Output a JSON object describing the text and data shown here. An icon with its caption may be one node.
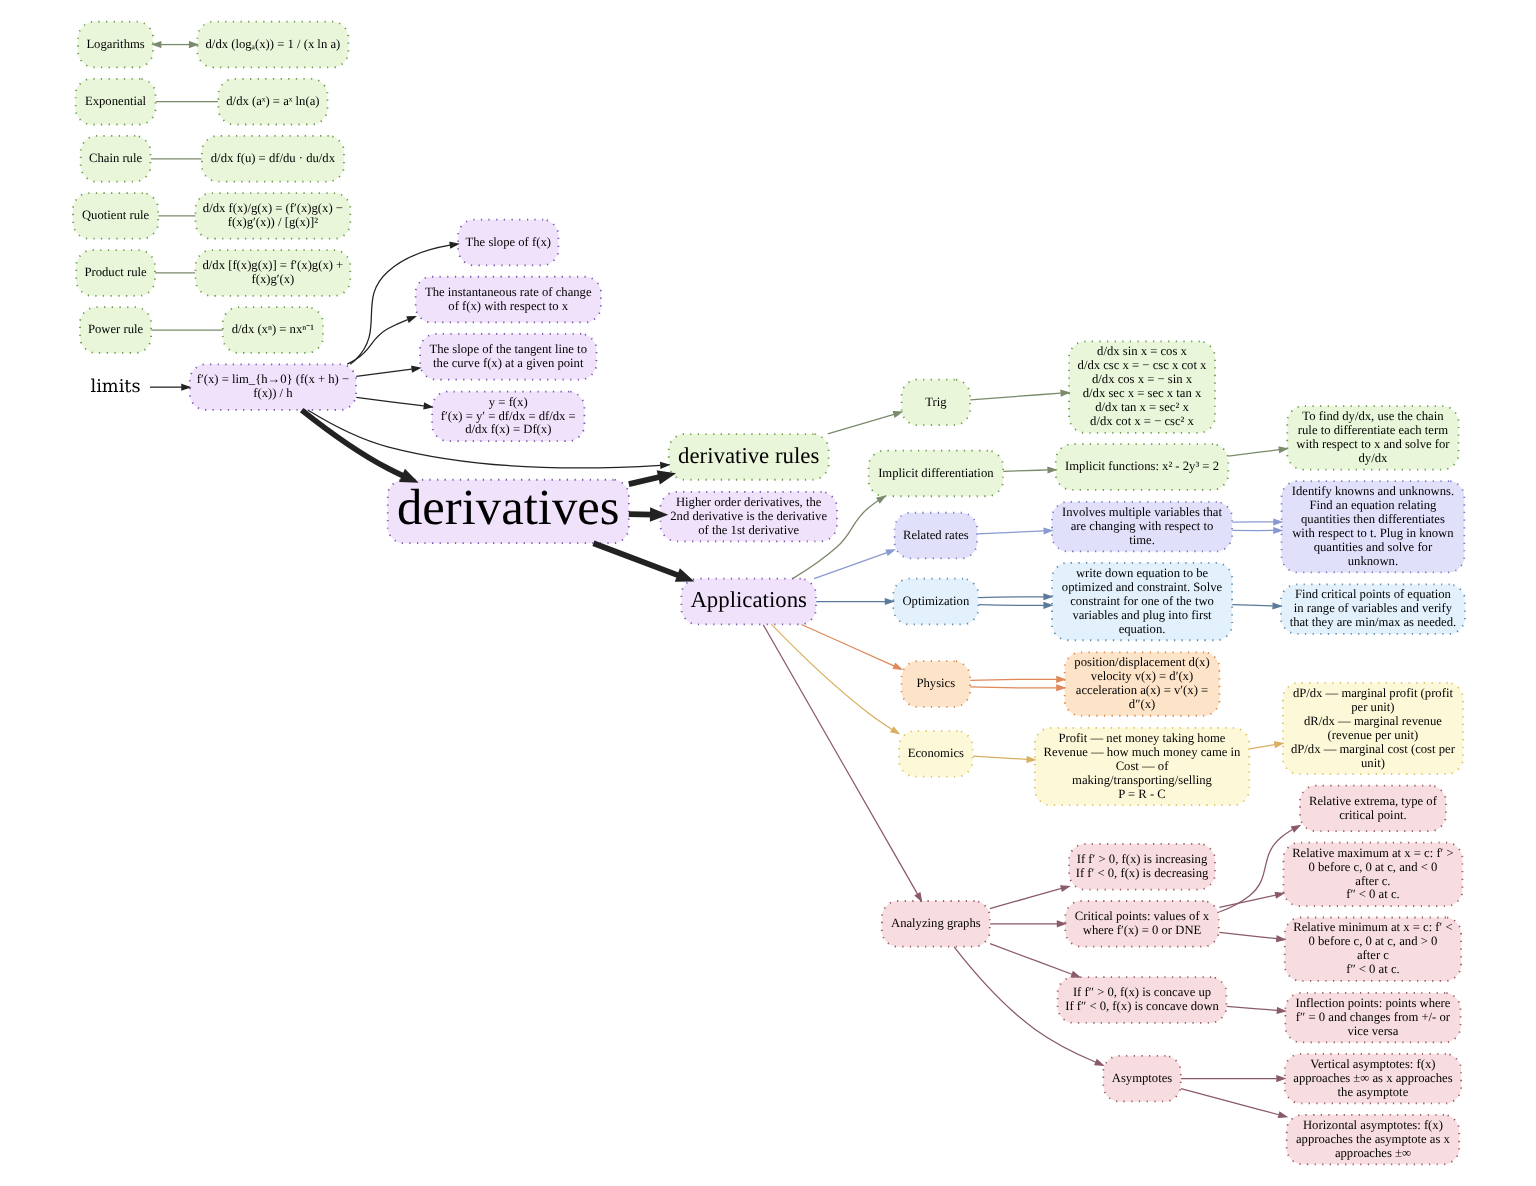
{
  "diagram": {
    "nodes": [
      {
        "text": [
          "limits"
        ]
      },
      {
        "text": [
          "f′(x) = lim_{h→0} (f(x + h) − f(x)) / h"
        ]
      },
      {
        "text": [
          "The slope of f(x)"
        ]
      },
      {
        "text": [
          "The instantaneous rate of change of f(x) with respect to x"
        ]
      },
      {
        "text": [
          "The slope of the tangent line to the curve f(x) at a given point"
        ]
      },
      {
        "text": [
          "y = f(x)",
          "f′(x) = y′ = df/dx = df/dx = d/dx f(x) = Df(x)"
        ]
      },
      {
        "text": [
          "derivatives"
        ]
      },
      {
        "text": [
          "derivative rules"
        ]
      },
      {
        "text": [
          "Power rule"
        ]
      },
      {
        "text": [
          "d/dx (xⁿ) = nxⁿ⁻¹"
        ]
      },
      {
        "text": [
          "Product rule"
        ]
      },
      {
        "text": [
          "d/dx [f(x)g(x)] = f′(x)g(x) + f(x)g′(x)"
        ]
      },
      {
        "text": [
          "Quotient rule"
        ]
      },
      {
        "text": [
          "d/dx f(x)/g(x) = (f′(x)g(x) − f(x)g′(x)) / [g(x)]²"
        ]
      },
      {
        "text": [
          "Chain rule"
        ]
      },
      {
        "text": [
          "d/dx f(u) = df/du · du/dx"
        ]
      },
      {
        "text": [
          "Exponential"
        ]
      },
      {
        "text": [
          "d/dx (aˣ) = aˣ ln(a)"
        ]
      },
      {
        "text": [
          "Logarithms"
        ]
      },
      {
        "text": [
          "d/dx (logₐ(x)) = 1 / (x ln a)"
        ]
      },
      {
        "text": [
          "Trig"
        ]
      },
      {
        "text": [
          "d/dx sin x = cos x",
          "d/dx csc x = − csc x cot x",
          "d/dx cos x = − sin x",
          "d/dx sec x = sec x tan x",
          "d/dx tan x = sec² x",
          "d/dx cot x = − csc² x"
        ]
      },
      {
        "text": [
          "Higher order derivatives, the 2nd derivative is the derivative of the 1st derivative"
        ]
      },
      {
        "text": [
          "Applications"
        ]
      },
      {
        "text": [
          "Implicit differentiation"
        ]
      },
      {
        "text": [
          "Implicit functions: x² - 2y³ = 2"
        ]
      },
      {
        "text": [
          "To find dy/dx, use the chain rule to differentiate each term with respect to x and solve for dy/dx"
        ]
      },
      {
        "text": [
          "Related rates"
        ]
      },
      {
        "text": [
          "Involves multiple variables that are changing with respect to time."
        ]
      },
      {
        "text": [
          "Identify knowns and unknowns. Find an equation relating quantities then differentiates with respect to t. Plug in known quantities and solve for unknown."
        ]
      },
      {
        "text": [
          "Optimization"
        ]
      },
      {
        "text": [
          "write down equation to be optimized and constraint. Solve constraint for one of the two variables and plug into first equation."
        ]
      },
      {
        "text": [
          "Find critical points of equation in range of variables and verify that they are min/max as needed."
        ]
      },
      {
        "text": [
          "Physics"
        ]
      },
      {
        "text": [
          "position/displacement d(x)",
          "velocity v(x) = d′(x)",
          "acceleration a(x) = v′(x) = d″(x)"
        ]
      },
      {
        "text": [
          "Economics"
        ]
      },
      {
        "text": [
          "Profit — net money taking home",
          "Revenue — how much money came in",
          "Cost — of making/transporting/selling",
          "P = R - C"
        ]
      },
      {
        "text": [
          "dP/dx — marginal profit (profit per unit)",
          "dR/dx — marginal revenue (revenue per unit)",
          "dP/dx — marginal cost (cost per unit)"
        ]
      },
      {
        "text": [
          "Analyzing graphs"
        ]
      },
      {
        "text": [
          "If f′ > 0, f(x) is increasing",
          "If f′ < 0, f(x) is decreasing"
        ]
      },
      {
        "text": [
          "Critical points: values of x where f′(x) = 0 or DNE"
        ]
      },
      {
        "text": [
          "If f″ > 0, f(x) is concave up",
          "If f″ < 0, f(x) is concave down"
        ]
      },
      {
        "text": [
          "Inflection points: points where f″ = 0 and changes from +/- or vice versa"
        ]
      },
      {
        "text": [
          "Relative extrema, type of critical point."
        ]
      },
      {
        "text": [
          "Relative maximum at x = c: f′ > 0 before c, 0 at c, and < 0 after c.",
          "f″ < 0 at c."
        ]
      },
      {
        "text": [
          "Relative minimum at x = c: f′ < 0 before c, 0 at c, and > 0 after c",
          "f″ < 0 at c."
        ]
      },
      {
        "text": [
          "Asymptotes"
        ]
      },
      {
        "text": [
          "Vertical asymptotes: f(x) approaches ±∞ as x approaches the asymptote"
        ]
      },
      {
        "text": [
          "Horizontal asymptotes: f(x) approaches the asymptote as x approaches ±∞"
        ]
      }
    ],
    "edges": [
      {
        "from": 0,
        "to": 1,
        "arrow": "to",
        "color": "#222222"
      },
      {
        "from": 1,
        "to": 2,
        "arrow": "to",
        "color": "#222222"
      },
      {
        "from": 1,
        "to": 3,
        "arrow": "to",
        "color": "#222222"
      },
      {
        "from": 1,
        "to": 4,
        "arrow": "to",
        "color": "#222222"
      },
      {
        "from": 1,
        "to": 5,
        "arrow": "to",
        "color": "#222222"
      },
      {
        "from": 1,
        "to": 6,
        "arrow": "to",
        "style": "thick",
        "color": "#222222"
      },
      {
        "from": 1,
        "to": 7,
        "arrow": "to",
        "color": "#222222"
      },
      {
        "from": 6,
        "to": 7,
        "arrow": "to",
        "style": "thick",
        "color": "#222222"
      },
      {
        "from": 6,
        "to": 22,
        "arrow": "to",
        "style": "thick",
        "color": "#222222"
      },
      {
        "from": 6,
        "to": 23,
        "arrow": "to",
        "style": "thick",
        "color": "#222222"
      },
      {
        "from": 7,
        "to": 20,
        "arrow": "to",
        "color": "#7a8a6a"
      },
      {
        "from": 8,
        "to": 9,
        "arrow": "none",
        "color": "#7a8a6a"
      },
      {
        "from": 10,
        "to": 11,
        "arrow": "none",
        "color": "#7a8a6a"
      },
      {
        "from": 12,
        "to": 13,
        "arrow": "none",
        "color": "#7a8a6a"
      },
      {
        "from": 14,
        "to": 15,
        "arrow": "none",
        "color": "#7a8a6a"
      },
      {
        "from": 16,
        "to": 17,
        "arrow": "none",
        "color": "#7a8a6a"
      },
      {
        "from": 18,
        "to": 19,
        "arrow": "both",
        "color": "#7a8a6a"
      },
      {
        "from": 20,
        "to": 21,
        "arrow": "to",
        "color": "#7a8a6a"
      },
      {
        "from": 23,
        "to": 24,
        "arrow": "to",
        "color": "#7a8a6a"
      },
      {
        "from": 23,
        "to": 27,
        "arrow": "to",
        "color": "#8a9ad0"
      },
      {
        "from": 23,
        "to": 30,
        "arrow": "to",
        "color": "#5a7a9a"
      },
      {
        "from": 23,
        "to": 33,
        "arrow": "to",
        "color": "#e0885a"
      },
      {
        "from": 23,
        "to": 35,
        "arrow": "to",
        "color": "#d8b060"
      },
      {
        "from": 23,
        "to": 38,
        "arrow": "to",
        "color": "#8a5a6a"
      },
      {
        "from": 24,
        "to": 25,
        "arrow": "to",
        "color": "#7a8a6a"
      },
      {
        "from": 25,
        "to": 26,
        "arrow": "to",
        "color": "#7a8a6a"
      },
      {
        "from": 27,
        "to": 28,
        "arrow": "to",
        "color": "#8a9ad0"
      },
      {
        "from": 28,
        "to": 29,
        "arrow": "to",
        "color": "#8a9ad0"
      },
      {
        "from": 28,
        "to": 29,
        "arrow": "to",
        "color": "#8a9ad0"
      },
      {
        "from": 30,
        "to": 31,
        "arrow": "to",
        "color": "#5a7a9a"
      },
      {
        "from": 30,
        "to": 31,
        "arrow": "to",
        "color": "#5a7a9a"
      },
      {
        "from": 31,
        "to": 32,
        "arrow": "to",
        "color": "#5a7a9a"
      },
      {
        "from": 33,
        "to": 34,
        "arrow": "to",
        "color": "#e0885a"
      },
      {
        "from": 33,
        "to": 34,
        "arrow": "to",
        "color": "#e0885a"
      },
      {
        "from": 35,
        "to": 36,
        "arrow": "to",
        "color": "#d8b060"
      },
      {
        "from": 36,
        "to": 37,
        "arrow": "to",
        "color": "#d8b060"
      },
      {
        "from": 38,
        "to": 39,
        "arrow": "to",
        "color": "#8a5a6a"
      },
      {
        "from": 38,
        "to": 40,
        "arrow": "to",
        "color": "#8a5a6a"
      },
      {
        "from": 38,
        "to": 46,
        "arrow": "to",
        "color": "#8a5a6a"
      },
      {
        "from": 38,
        "to": 41,
        "arrow": "to",
        "color": "#8a5a6a"
      },
      {
        "from": 41,
        "to": 42,
        "arrow": "to",
        "color": "#8a5a6a"
      },
      {
        "from": 40,
        "to": 43,
        "arrow": "to",
        "color": "#8a5a6a"
      },
      {
        "from": 40,
        "to": 44,
        "arrow": "to",
        "color": "#8a5a6a"
      },
      {
        "from": 40,
        "to": 45,
        "arrow": "to",
        "color": "#8a5a6a"
      },
      {
        "from": 46,
        "to": 47,
        "arrow": "to",
        "color": "#8a5a6a"
      },
      {
        "from": 46,
        "to": 48,
        "arrow": "to",
        "color": "#8a5a6a"
      }
    ]
  }
}
